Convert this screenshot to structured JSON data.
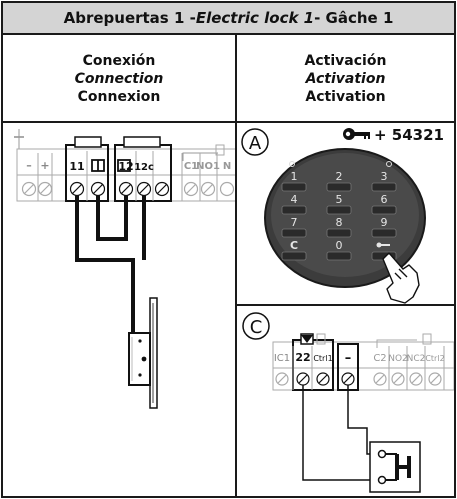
{
  "title": {
    "part1": "Abrepuertas 1 - ",
    "part2": "Electric lock 1",
    "part3": " - Gâche 1"
  },
  "left_header": {
    "es": "Conexión",
    "en": "Connection",
    "fr": "Connexion"
  },
  "right_header": {
    "es": "Activación",
    "en": "Activation",
    "fr": "Activation"
  },
  "terminal_block_left": {
    "labels": [
      "–",
      "+",
      "11",
      "12",
      "12c",
      "C1",
      "NO1",
      "N"
    ]
  },
  "panel_a": {
    "letter": "A",
    "key_code": "+ 54321",
    "keys": [
      "1",
      "2",
      "3",
      "4",
      "5",
      "6",
      "7",
      "8",
      "9",
      "C",
      "0",
      "key"
    ]
  },
  "panel_c": {
    "letter": "C",
    "labels": [
      "IC1",
      "22",
      "Ctrl1",
      "–",
      "C2",
      "NO2",
      "NC2",
      "Ctrl2"
    ]
  }
}
